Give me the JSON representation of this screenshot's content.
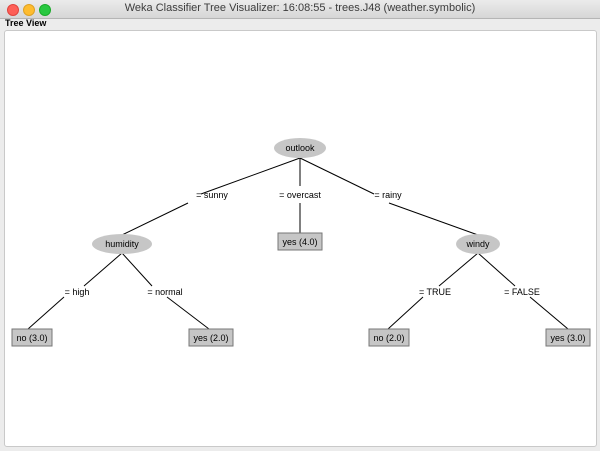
{
  "window": {
    "title": "Weka Classifier Tree Visualizer: 16:08:55 - trees.J48 (weather.symbolic)"
  },
  "panel": {
    "label": "Tree View"
  },
  "tree": {
    "nodes": {
      "outlook": "outlook",
      "humidity": "humidity",
      "windy": "windy"
    },
    "edges": {
      "sunny": "= sunny",
      "overcast": "= overcast",
      "rainy": "= rainy",
      "high": "= high",
      "normal": "= normal",
      "true": "= TRUE",
      "false": "= FALSE"
    },
    "leaves": {
      "no_high": "no (3.0)",
      "yes_normal": "yes (2.0)",
      "yes_overcast": "yes (4.0)",
      "no_true": "no (2.0)",
      "yes_false": "yes (3.0)"
    }
  }
}
